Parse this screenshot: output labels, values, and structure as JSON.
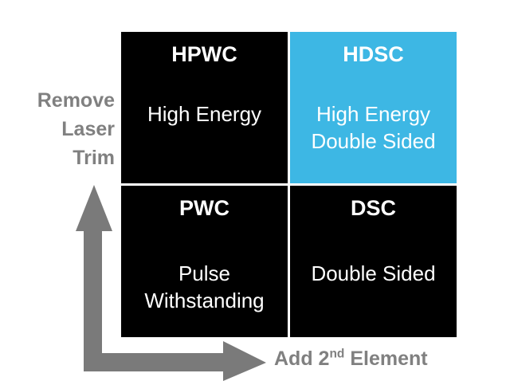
{
  "diagram": {
    "type": "2x2-matrix",
    "axes": {
      "y_label": "Remove\nLaser\nTrim",
      "y_label_lines": [
        "Remove",
        "Laser",
        "Trim"
      ],
      "x_label_prefix": "Add 2",
      "x_label_sup": "nd",
      "x_label_suffix": " Element",
      "x_label_full": "Add 2nd Element",
      "arrow_icon": "elbow-arrow-up-right-icon"
    },
    "colors": {
      "cell_default": "#000000",
      "cell_accent": "#3db7e4",
      "cell_text": "#ffffff",
      "axis_gray": "#7a7a7a",
      "axis_label_gray": "#808080",
      "background": "#ffffff"
    },
    "cells": [
      {
        "id": "hpwc",
        "title": "HPWC",
        "body": "High Energy",
        "highlighted": false,
        "position": "top-left"
      },
      {
        "id": "hdsc",
        "title": "HDSC",
        "body": "High Energy\nDouble Sided",
        "highlighted": true,
        "position": "top-right"
      },
      {
        "id": "pwc",
        "title": "PWC",
        "body": "Pulse\nWithstanding",
        "highlighted": false,
        "position": "bottom-left"
      },
      {
        "id": "dsc",
        "title": "DSC",
        "body": "Double Sided",
        "highlighted": false,
        "position": "bottom-right"
      }
    ]
  }
}
